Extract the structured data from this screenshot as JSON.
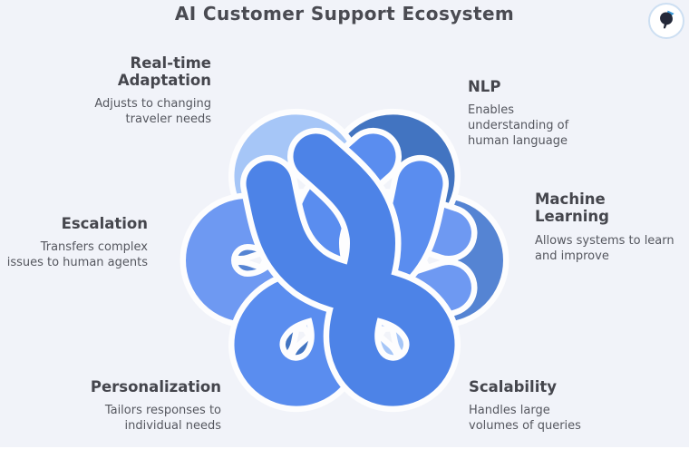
{
  "title": "AI Customer Support Ecosystem",
  "logo": {
    "name": "brand-logo"
  },
  "nodes": {
    "realtime": {
      "title": "Real-time Adaptation",
      "desc": "Adjusts to changing traveler needs"
    },
    "nlp": {
      "title": "NLP",
      "desc": "Enables understanding of human language"
    },
    "ml": {
      "title": "Machine Learning",
      "desc": "Allows systems to learn and improve"
    },
    "escalation": {
      "title": "Escalation",
      "desc": "Transfers complex issues to human agents"
    },
    "personalization": {
      "title": "Personalization",
      "desc": "Tailors responses to individual needs"
    },
    "scalability": {
      "title": "Scalability",
      "desc": "Handles large volumes of queries"
    }
  },
  "knot": {
    "background": "#f1f3f9",
    "casing_color": "#fdfdfe",
    "petals": [
      {
        "id": "machine-learning",
        "rotation": 90,
        "color": "#5584d3"
      },
      {
        "id": "nlp",
        "rotation": 30,
        "color": "#4274c1"
      },
      {
        "id": "real-time-adaptation",
        "rotation": 330,
        "color": "#a6c6f7"
      },
      {
        "id": "escalation",
        "rotation": 270,
        "color": "#6e99f2"
      },
      {
        "id": "personalization",
        "rotation": 210,
        "color": "#5a8def"
      },
      {
        "id": "scalability",
        "rotation": 150,
        "color": "#4d83e7"
      }
    ]
  },
  "colors": {
    "title_text": "#4a4b52",
    "body_text": "#55575f",
    "logo_ring": "#cddff2",
    "logo_ink": "#232838",
    "logo_accent": "#3e9ad6"
  }
}
